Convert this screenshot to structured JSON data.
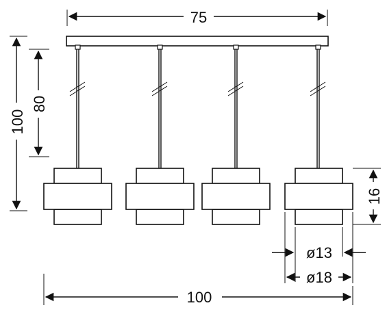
{
  "dimensions": {
    "top_width": "75",
    "total_height": "100",
    "cable_length": "80",
    "shade_height": "16",
    "inner_diameter": "ø13",
    "outer_diameter": "ø18",
    "total_width": "100"
  },
  "colors": {
    "line": "#111111",
    "background": "#ffffff"
  }
}
